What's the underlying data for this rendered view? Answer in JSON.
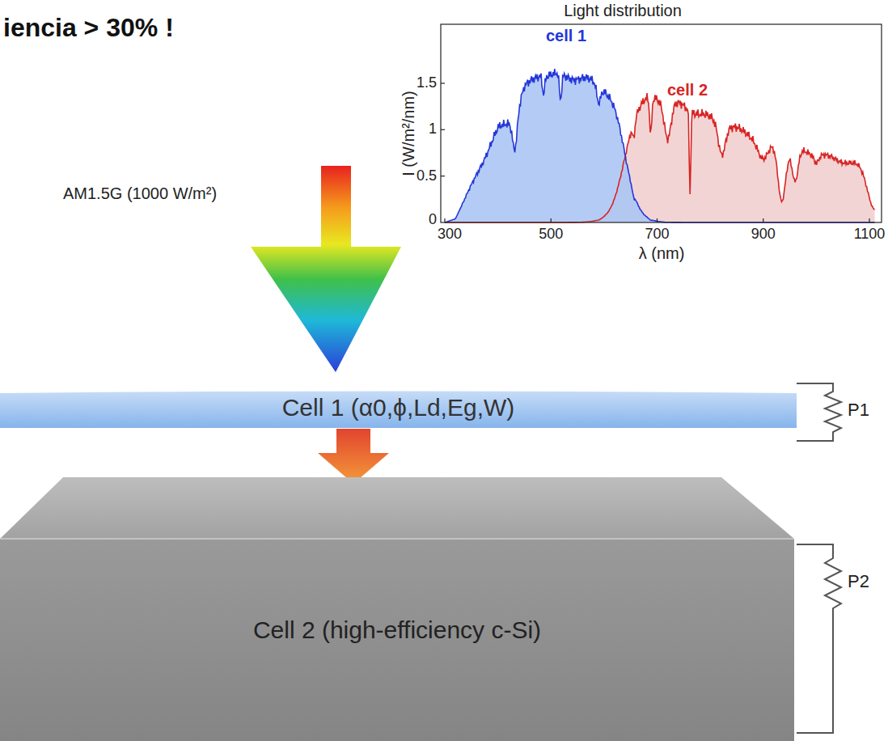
{
  "diagram": {
    "nodes": [
      {
        "text": [
          "Cell 1 (α0,ϕ,Ld,Eg,W)"
        ]
      },
      {
        "text": [
          "Cell 2 (high-efficiency c-Si)"
        ]
      }
    ],
    "edges": [
      {
        "from": 0,
        "to": 1,
        "arrow": "to"
      }
    ],
    "labels": [
      "iencia > 30% !",
      "AM1.5G (1000 W/m²)",
      "Light distribution",
      "cell 1",
      "cell 2",
      "1.5",
      "1",
      "0.5",
      "0",
      "300",
      "500",
      "700",
      "900",
      "1100",
      "I (W/m²/nm)",
      "λ (nm)",
      "P1",
      "P2"
    ]
  }
}
